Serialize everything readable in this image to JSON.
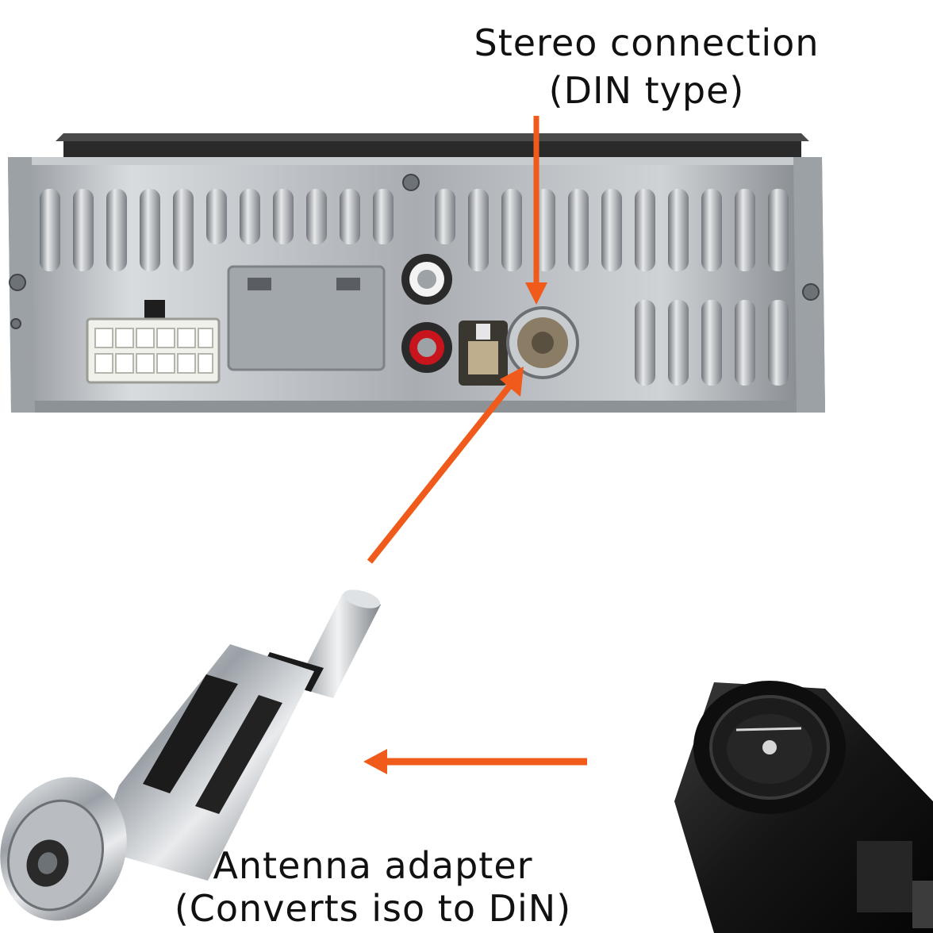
{
  "labels": {
    "stereo_connection": {
      "line1": "Stereo connection",
      "line2": "(DIN type)"
    },
    "antenna_adapter": {
      "line1": "Antenna adapter",
      "line2": "(Converts iso to DiN)"
    }
  },
  "colors": {
    "arrow": "#f05a1a",
    "metal": "#b8bcc0",
    "text": "#111111"
  },
  "objects": {
    "radio": "car-radio-rear-panel",
    "din_plug": "din-antenna-plug",
    "iso_connector": "iso-antenna-connector"
  }
}
